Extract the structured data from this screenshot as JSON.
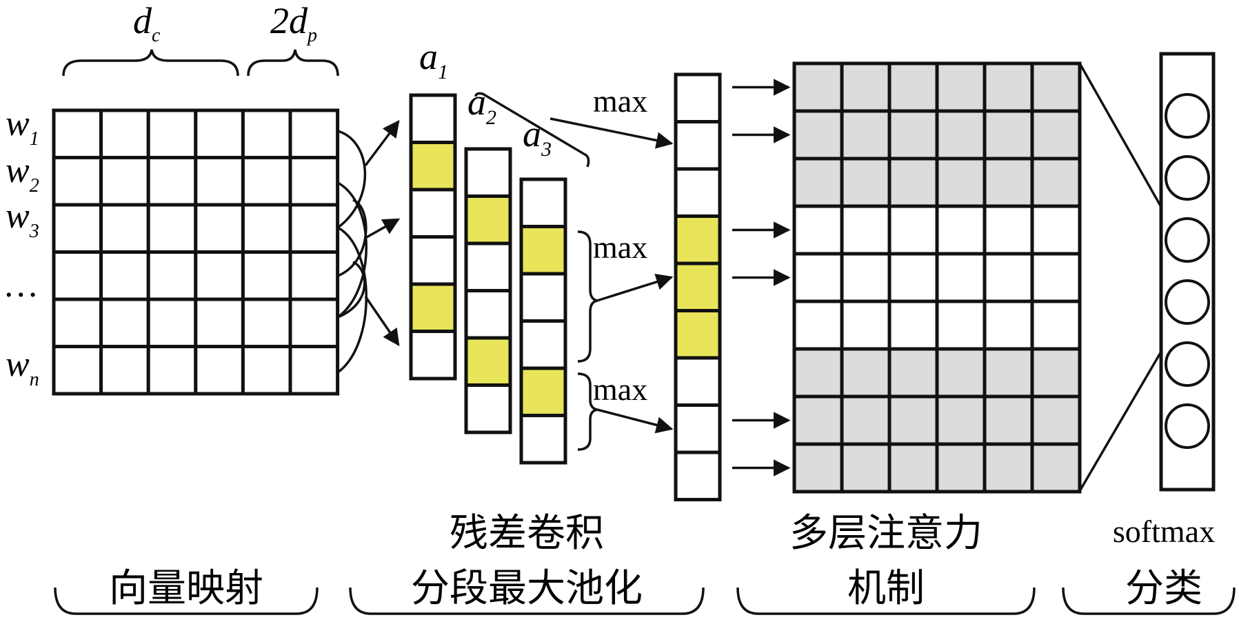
{
  "colors": {
    "cell_fill": "#ffffff",
    "highlight": "#e8e55a",
    "attention_fill": "#dcdcdc",
    "stroke": "#111111"
  },
  "embedding": {
    "label_dc": "d",
    "label_dc_sub": "c",
    "label_dp": "2d",
    "label_dp_sub": "p",
    "rows": [
      {
        "w": "w",
        "sub": "1"
      },
      {
        "w": "w",
        "sub": "2"
      },
      {
        "w": "w",
        "sub": "3"
      },
      {
        "w": "…",
        "sub": ""
      },
      {
        "w": "",
        "sub": ""
      },
      {
        "w": "w",
        "sub": "n"
      }
    ],
    "caption": "向量映射"
  },
  "conv": {
    "a1": {
      "a": "a",
      "sub": "1"
    },
    "a2": {
      "a": "a",
      "sub": "2"
    },
    "a3": {
      "a": "a",
      "sub": "3"
    },
    "caption_line1": "残差卷积",
    "caption_line2": "分段最大池化",
    "max1": "max",
    "max2": "max",
    "max3": "max"
  },
  "attention": {
    "caption_line1": "多层注意力",
    "caption_line2": "机制",
    "row_shading": [
      true,
      true,
      true,
      false,
      false,
      false,
      true,
      true,
      true
    ]
  },
  "softmax": {
    "caption_line1": "softmax",
    "caption_line2": "分类",
    "nodes": 6
  }
}
